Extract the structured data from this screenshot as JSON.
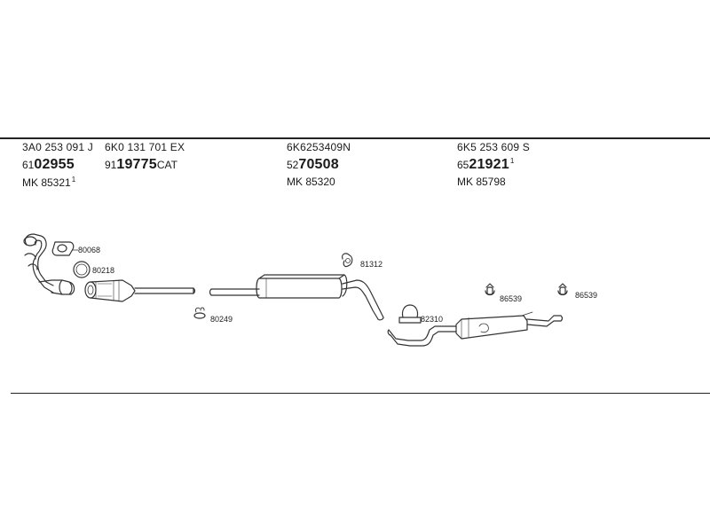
{
  "columns": [
    {
      "oe": "3A0 253 091 J",
      "pn_prefix": "61",
      "pn_main": "02955",
      "pn_sup": "",
      "pn_suffix": "",
      "mk": "MK 85321",
      "mk_sup": "1"
    },
    {
      "oe": "6K0 131 701 EX",
      "pn_prefix": "91",
      "pn_main": "19775",
      "pn_sup": "",
      "pn_suffix": "CAT",
      "mk": "",
      "mk_sup": ""
    },
    {
      "oe": "6K6253409N",
      "pn_prefix": "52",
      "pn_main": "70508",
      "pn_sup": "",
      "pn_suffix": "",
      "mk": "MK 85320",
      "mk_sup": ""
    },
    {
      "oe": "6K5 253 609 S",
      "pn_prefix": "65",
      "pn_main": "21921",
      "pn_sup": "1",
      "pn_suffix": "",
      "mk": "MK 85798",
      "mk_sup": ""
    }
  ],
  "parts": {
    "gasket_80068": "80068",
    "ring_80218": "80218",
    "clamp_80249": "80249",
    "hanger_81312": "81312",
    "clamp_82310": "82310",
    "hanger_86539_a": "86539",
    "hanger_86539_b": "86539"
  }
}
